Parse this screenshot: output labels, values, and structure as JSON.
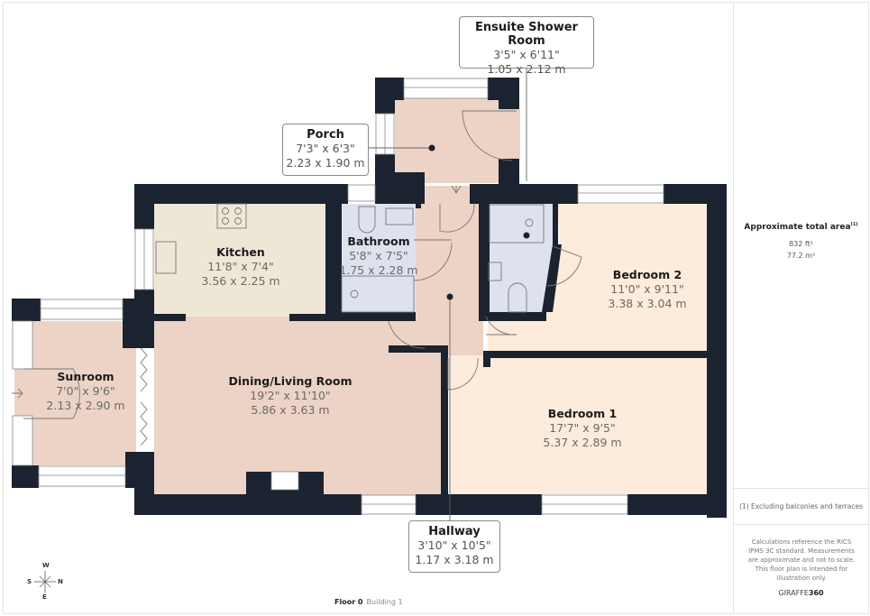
{
  "floor": {
    "name": "Floor 0",
    "building": "Building 1"
  },
  "compass": {
    "top": "W",
    "left": "S",
    "right": "N",
    "bottom": "E"
  },
  "rooms": {
    "ensuite": {
      "name": "Ensuite Shower Room",
      "imperial": "3'5\" x 6'11\"",
      "metric": "1.05 x 2.12 m"
    },
    "porch": {
      "name": "Porch",
      "imperial": "7'3\" x 6'3\"",
      "metric": "2.23 x 1.90 m"
    },
    "kitchen": {
      "name": "Kitchen",
      "imperial": "11'8\" x 7'4\"",
      "metric": "3.56 x 2.25 m"
    },
    "bathroom": {
      "name": "Bathroom",
      "imperial": "5'8\" x 7'5\"",
      "metric": "1.75 x 2.28 m"
    },
    "bedroom2": {
      "name": "Bedroom 2",
      "imperial": "11'0\" x 9'11\"",
      "metric": "3.38 x 3.04 m"
    },
    "sunroom": {
      "name": "Sunroom",
      "imperial": "7'0\" x 9'6\"",
      "metric": "2.13 x 2.90 m"
    },
    "dining": {
      "name": "Dining/Living Room",
      "imperial": "19'2\" x 11'10\"",
      "metric": "5.86 x 3.63 m"
    },
    "bedroom1": {
      "name": "Bedroom 1",
      "imperial": "17'7\" x 9'5\"",
      "metric": "5.37 x 2.89 m"
    },
    "hallway": {
      "name": "Hallway",
      "imperial": "3'10\" x 10'5\"",
      "metric": "1.17 x 3.18 m"
    }
  },
  "summary": {
    "area_title": "Approximate total area",
    "area_footnote_mark": "(1)",
    "area_sqft": "832 ft²",
    "area_sqm": "77.2 m²",
    "footnote": "(1) Excluding balconies and terraces",
    "disclaimer": "Calculations reference the RICS IPMS 3C standard. Measurements are approximate and not to scale. This floor plan is intended for illustration only.",
    "brand_light": "GIRAFFE",
    "brand_bold": "360"
  },
  "colors": {
    "wall": "#1b2230",
    "warm_room": "#ecd3c6",
    "bedroom": "#fdebdb",
    "kitchen": "#efe7d6",
    "wet_room": "#dde2ee",
    "window": "#ffffff"
  }
}
